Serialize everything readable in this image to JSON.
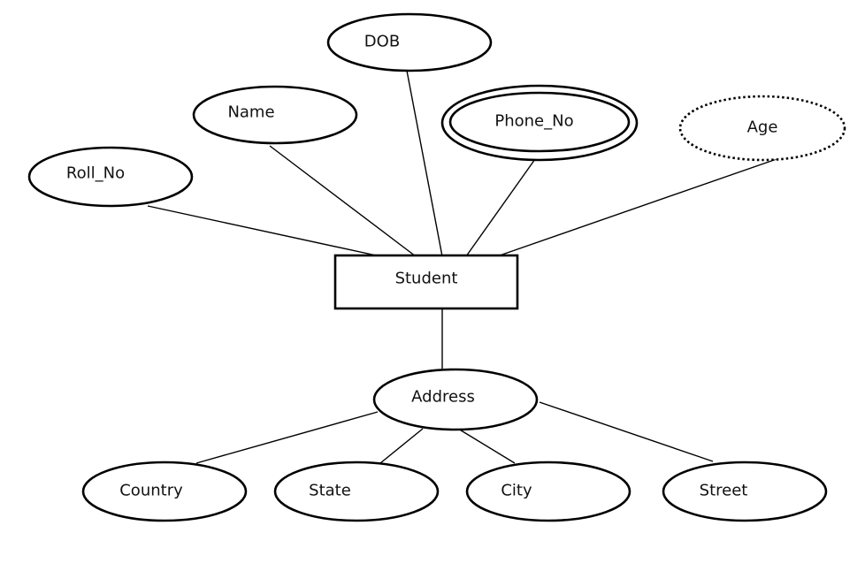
{
  "entity": {
    "name": "Student"
  },
  "attributes": {
    "dob": "DOB",
    "name": "Name",
    "phone_no": "Phone_No",
    "age": "Age",
    "roll_no": "Roll_No",
    "address": "Address",
    "country": "Country",
    "state": "State",
    "city": "City",
    "street": "Street"
  },
  "attribute_kinds": {
    "phone_no": "multivalued",
    "age": "derived",
    "address": "composite"
  },
  "colors": {
    "line": "#000000",
    "background": "#ffffff",
    "text": "#111111"
  }
}
